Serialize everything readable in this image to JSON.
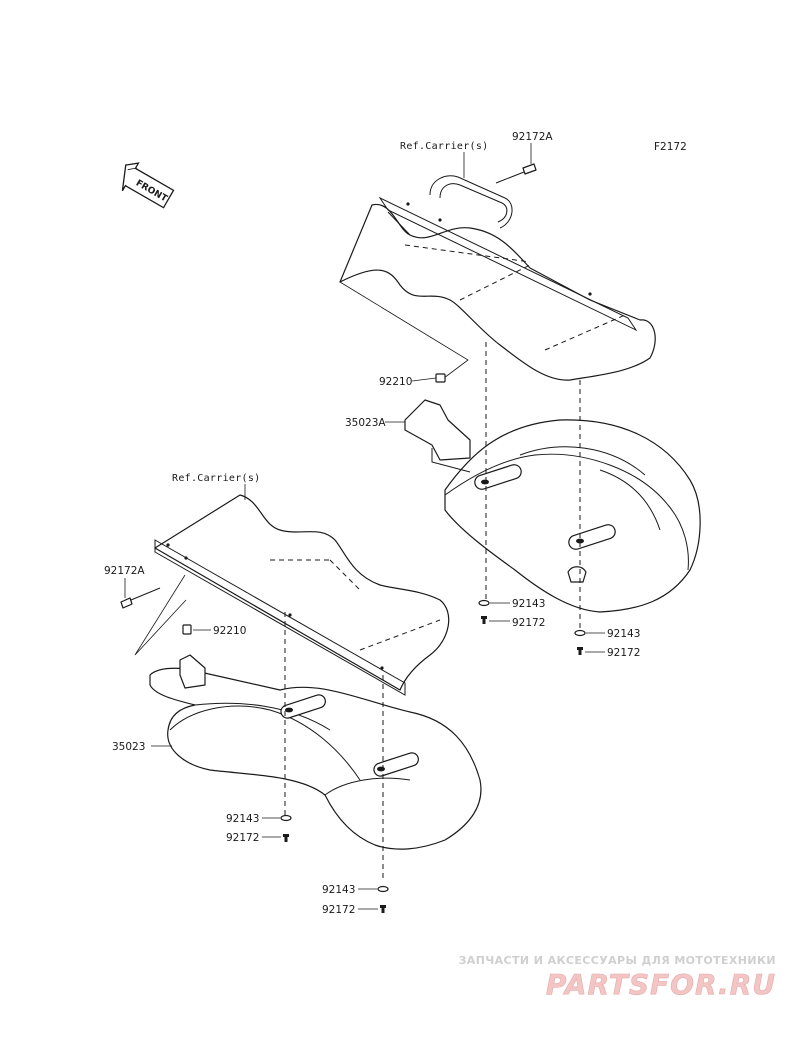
{
  "figure_code": "F2172",
  "front_marker": "FRONT",
  "upper_assembly": {
    "ref_label": "Ref.Carrier(s)",
    "parts": {
      "bolt_top": "92172A",
      "clip": "92210",
      "cover": "35023A",
      "washer_left": "92143",
      "bolt_left": "92172",
      "washer_right": "92143",
      "bolt_right": "92172"
    }
  },
  "lower_assembly": {
    "ref_label": "Ref.Carrier(s)",
    "parts": {
      "bolt_side": "92172A",
      "clip": "92210",
      "cover": "35023",
      "washer_left": "92143",
      "bolt_left": "92172",
      "washer_bottom": "92143",
      "bolt_bottom": "92172"
    }
  },
  "watermark": {
    "tagline": "ЗАПЧАСТИ И АКСЕССУАРЫ ДЛЯ МОТОТЕХНИКИ",
    "brand": "PARTSFOR.RU"
  }
}
